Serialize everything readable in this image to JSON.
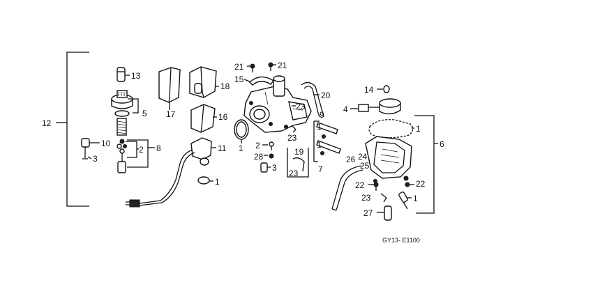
{
  "diagram": {
    "code": "GY13- E1100",
    "callouts": {
      "c12": "12",
      "c13": "13",
      "c5": "5",
      "c10": "10",
      "c3a": "3",
      "c2a": "2",
      "c8": "8",
      "c17": "17",
      "c18": "18",
      "c16": "16",
      "c11": "11",
      "c1a": "1",
      "c21a": "21",
      "c21b": "21",
      "c15": "15",
      "c20": "20",
      "c23a": "23",
      "c1b": "1",
      "c23b": "23",
      "c2b": "2",
      "c28": "28",
      "c3b": "3",
      "c9": "9",
      "c1c": "1",
      "c1d": "1",
      "c19": "19",
      "c23c": "23",
      "c7": "7",
      "c14": "14",
      "c4": "4",
      "c1e": "1",
      "c6": "6",
      "c26": "26",
      "c24": "24",
      "c25": "25",
      "c22a": "22",
      "c22b": "22",
      "c23d": "23",
      "c1f": "1",
      "c27": "27"
    }
  }
}
